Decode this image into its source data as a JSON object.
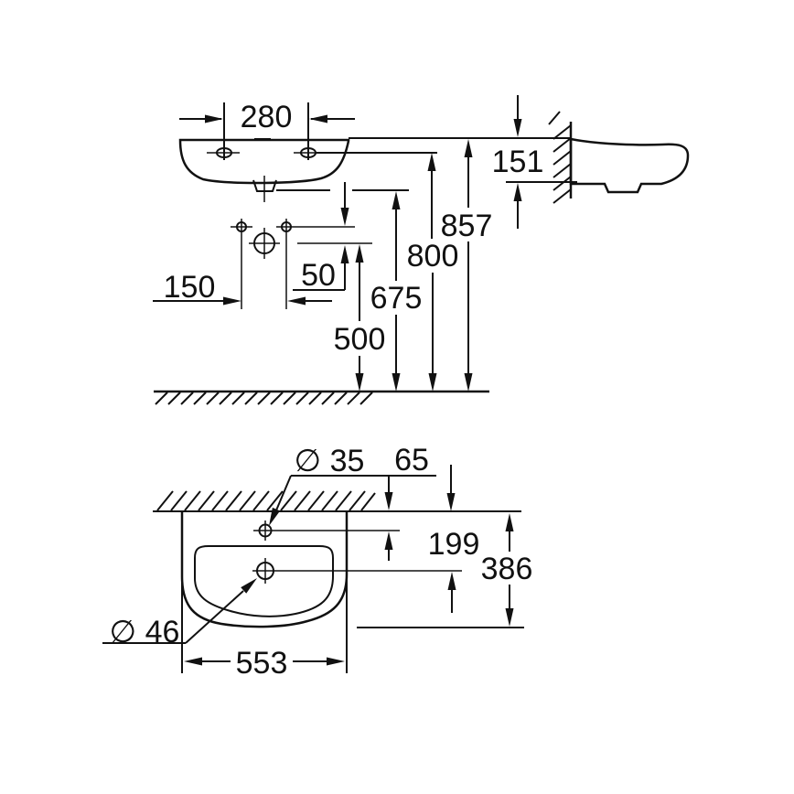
{
  "page": {
    "background": "#ffffff",
    "line_color": "#111111",
    "description_labels": {
      "drawing_type": "washbasin installation dimension drawing"
    }
  },
  "elevation_view": {
    "dim_faucet_hole_spacing": "280",
    "dim_basin_edge_height": "151",
    "dim_rim_height": "857",
    "dim_mounting_height": "800",
    "dim_drain_height": "675",
    "dim_supply_height": "500",
    "dim_supply_spacing": "150",
    "dim_hole_offset": "50"
  },
  "plan_view": {
    "dim_faucet_hole_diameter": "∅ 35",
    "dim_faucet_hole_setback": "65",
    "dim_drain_setback": "199",
    "dim_basin_depth": "386",
    "dim_basin_width": "553",
    "dim_drain_diameter": "∅ 46"
  }
}
